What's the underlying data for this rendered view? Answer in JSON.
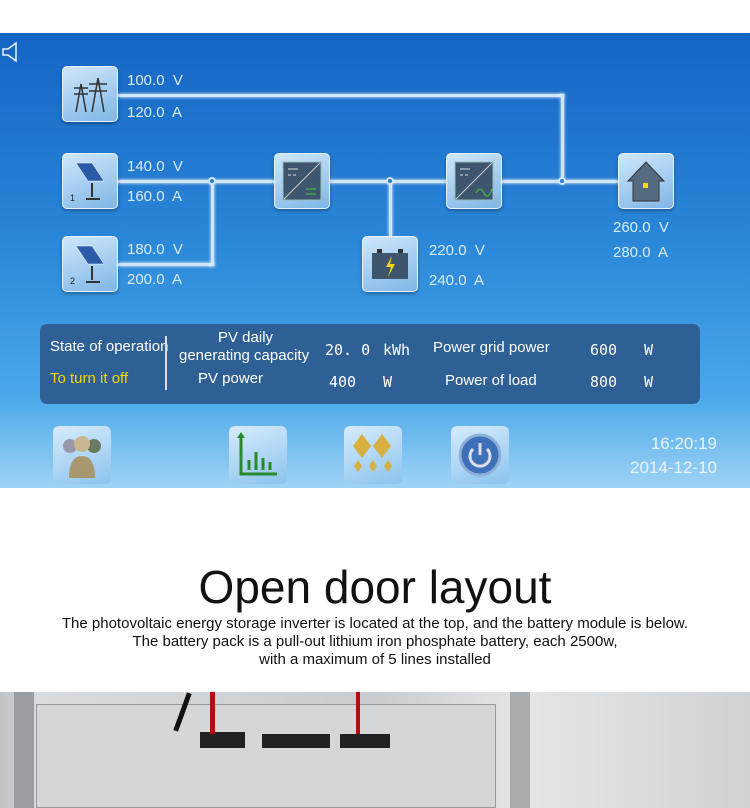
{
  "diagram": {
    "grid": {
      "voltage": "100.0  V",
      "current": "120.0  A"
    },
    "pv1": {
      "label": "1",
      "voltage": "140.0  V",
      "current": "160.0  A"
    },
    "pv2": {
      "label": "2",
      "voltage": "180.0  V",
      "current": "200.0  A"
    },
    "battery": {
      "voltage": "220.0  V",
      "current": "240.0  A"
    },
    "load": {
      "voltage": "260.0  V",
      "current": "280.0  A"
    }
  },
  "info": {
    "state_label": "State of operation",
    "state_action": "To turn it off",
    "pv_daily_label_1": "PV daily",
    "pv_daily_label_2": "generating capacity",
    "pv_daily_value": "20. 0",
    "pv_daily_unit": "kWh",
    "pv_power_label": "PV power",
    "pv_power_value": "400",
    "pv_power_unit": "W",
    "grid_power_label": "Power grid power",
    "grid_power_value": "600",
    "grid_power_unit": "W",
    "load_power_label": "Power of load",
    "load_power_value": "800",
    "load_power_unit": "W"
  },
  "clock": {
    "time": "16:20:19",
    "date": "2014-12-10"
  },
  "section": {
    "title": "Open door layout",
    "line1": "The photovoltaic energy storage inverter is located at the top, and the battery module is below.",
    "line2": "The battery pack is a pull-out lithium iron phosphate battery, each 2500w,",
    "line3": "with a maximum of 5 lines installed"
  },
  "colors": {
    "accent_yellow": "#f5d800",
    "panel": "#2e5f95"
  }
}
